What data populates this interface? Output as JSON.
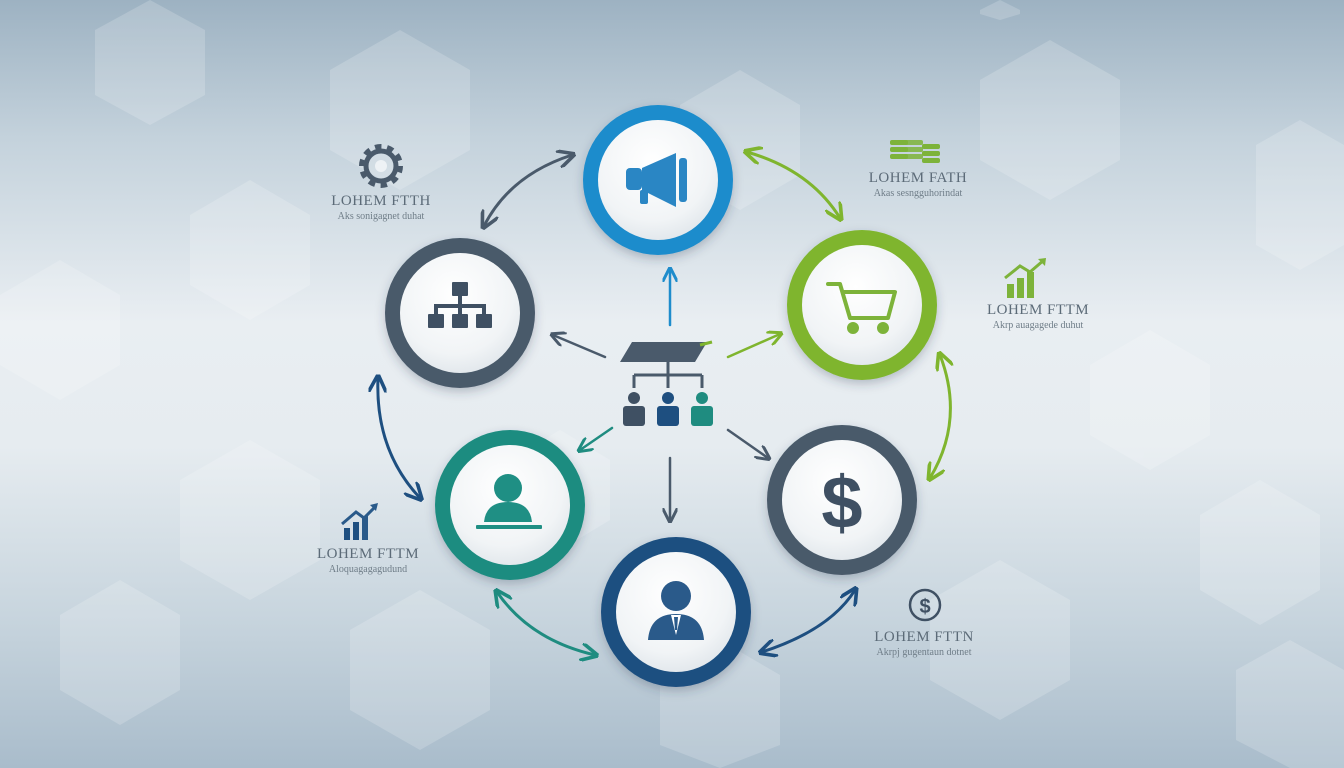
{
  "background": {
    "top": "#9db2c2",
    "mid": "#e9eef2",
    "bottom": "#a9bccb"
  },
  "colors": {
    "blue": "#1e8ccc",
    "green": "#7fb52e",
    "slate": "#4a5a6b",
    "teal": "#1f8c80",
    "navy": "#1e4f80",
    "icon_blue": "#2a86c4",
    "icon_green": "#7db33a",
    "icon_slate": "#3f5063",
    "icon_teal": "#1f8f84",
    "icon_navy": "#2a5a8a"
  },
  "nodes": [
    {
      "id": "marketing",
      "icon": "megaphone-icon",
      "ring": "blue"
    },
    {
      "id": "shopping",
      "icon": "shopping-cart-icon",
      "ring": "green"
    },
    {
      "id": "finance",
      "icon": "dollar-sign-icon",
      "ring": "slate"
    },
    {
      "id": "management",
      "icon": "businessman-icon",
      "ring": "navy"
    },
    {
      "id": "training",
      "icon": "person-at-desk-icon",
      "ring": "teal"
    },
    {
      "id": "organization",
      "icon": "org-chart-icon",
      "ring": "slate"
    }
  ],
  "hub": {
    "icon": "team-structure-icon"
  },
  "labels": [
    {
      "id": "top-left",
      "icon": "gear-icon",
      "title": "LOHEM FTTH",
      "subtitle": "Aks sonigagnet duhat"
    },
    {
      "id": "top-right",
      "icon": "coins-icon",
      "title": "LOHEM FATH",
      "subtitle": "Akas sesngguhorindat"
    },
    {
      "id": "right",
      "icon": "growth-chart-icon",
      "title": "LOHEM FTTM",
      "subtitle": "Akrp auagagede duhut"
    },
    {
      "id": "left",
      "icon": "bar-chart-icon",
      "title": "LOHEM FTTM",
      "subtitle": "Aloquagagagudund"
    },
    {
      "id": "bottom-right",
      "icon": "dollar-coin-icon",
      "title": "LOHEM FTTN",
      "subtitle": "Akrpj gugentaun dotnet"
    }
  ]
}
